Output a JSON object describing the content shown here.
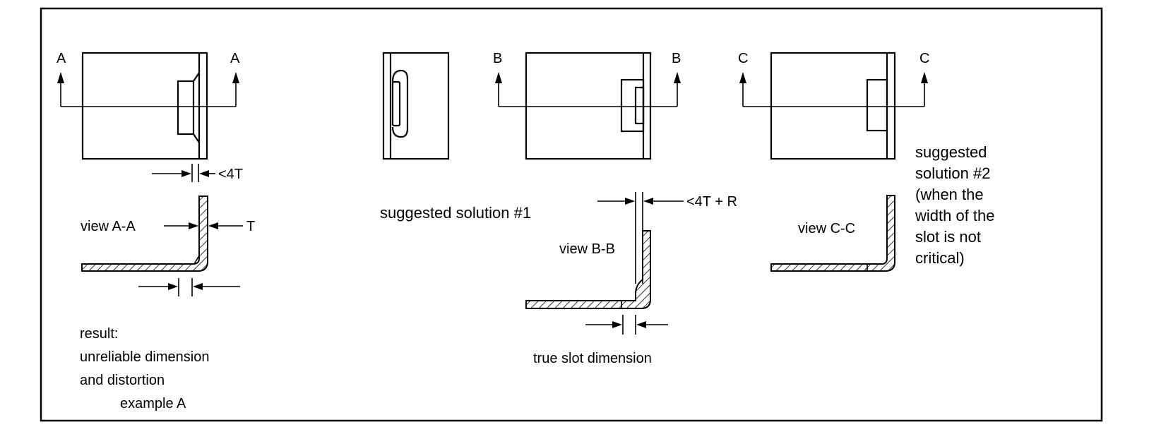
{
  "labels": {
    "a_left": "A",
    "a_right": "A",
    "b_left": "B",
    "b_right": "B",
    "c_left": "C",
    "c_right": "C",
    "lt4t": "<4T",
    "view_aa": "view A-A",
    "t": "T",
    "result_1": "result:",
    "result_2": "unreliable dimension",
    "result_3": "and distortion",
    "result_4": "example A",
    "suggested_1": "suggested solution #1",
    "lt4tr": "<4T + R",
    "view_bb": "view B-B",
    "true_slot": "true slot dimension",
    "sugg2_1": "suggested",
    "sugg2_2": "solution #2",
    "sugg2_3": "(when the",
    "sugg2_4": "width of the",
    "sugg2_5": "slot is not",
    "sugg2_6": "critical)",
    "view_cc": "view C-C"
  }
}
